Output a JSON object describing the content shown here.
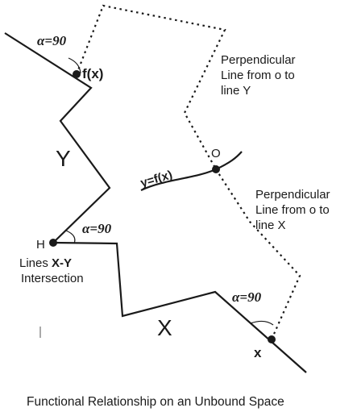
{
  "diagram": {
    "caption": "Functional Relationship on an Unbound Space",
    "labels": {
      "line_y": "Y",
      "line_x": "X",
      "fx_point": "f(x)",
      "function_curve": "y=f(x)",
      "origin_point": "O",
      "h_point": "H",
      "x_point": "x",
      "intersection_prefix": "Lines ",
      "intersection_bold": "X-Y",
      "intersection_suffix": "Intersection"
    },
    "angles": {
      "top": "α=90",
      "middle": "α=90",
      "bottom": "α=90"
    },
    "notes": {
      "perp_y": [
        "Perpendicular",
        "Line from o to",
        "line Y"
      ],
      "perp_x": [
        "Perpendicular",
        "Line from o to",
        "line X"
      ]
    },
    "colors": {
      "ink": "#1a1a1a",
      "background": "#ffffff"
    }
  }
}
